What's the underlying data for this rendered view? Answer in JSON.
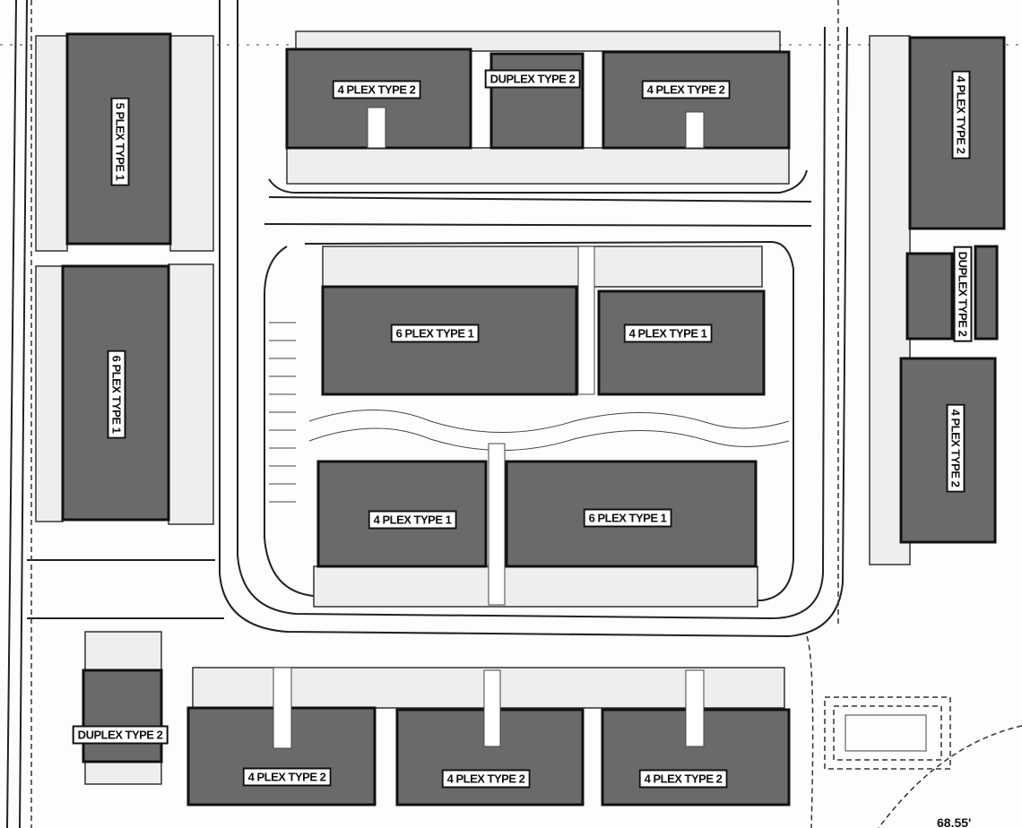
{
  "buildings": [
    {
      "label": "5 PLEX TYPE 1"
    },
    {
      "label": "6 PLEX TYPE 1"
    },
    {
      "label": "4 PLEX TYPE 2"
    },
    {
      "label": "DUPLEX TYPE 2"
    },
    {
      "label": "4 PLEX TYPE 2"
    },
    {
      "label": "4 PLEX TYPE 2"
    },
    {
      "label": "DUPLEX TYPE 2"
    },
    {
      "label": "4 PLEX TYPE 2"
    },
    {
      "label": "6 PLEX TYPE 1"
    },
    {
      "label": "4 PLEX TYPE 1"
    },
    {
      "label": "4 PLEX TYPE 1"
    },
    {
      "label": "6 PLEX TYPE 1"
    },
    {
      "label": "DUPLEX TYPE 2"
    },
    {
      "label": "4 PLEX TYPE 2"
    },
    {
      "label": "4 PLEX TYPE 2"
    },
    {
      "label": "4 PLEX TYPE 2"
    }
  ],
  "dimension": "68.55'",
  "colors": {
    "building": "#6a6a6a",
    "line": "#111111",
    "background": "#fdfdfd"
  }
}
